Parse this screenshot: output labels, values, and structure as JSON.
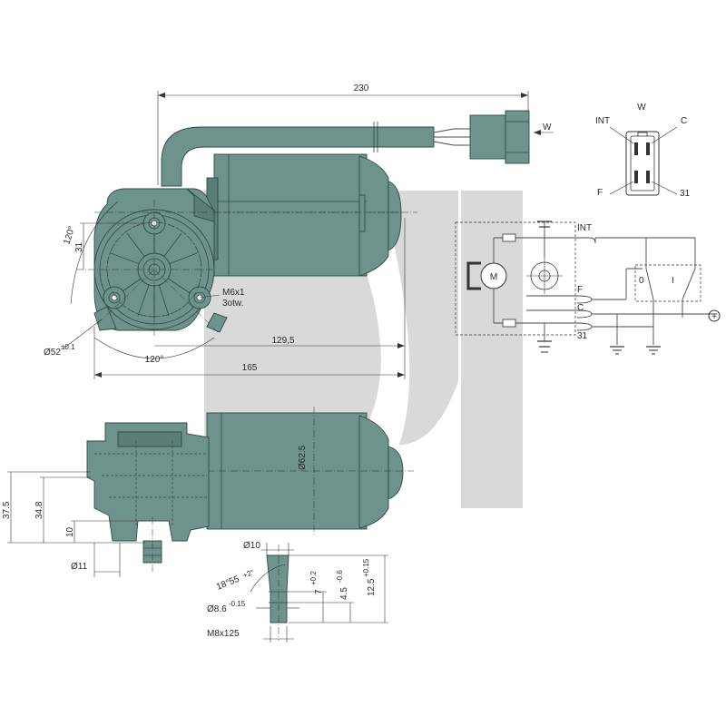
{
  "colors": {
    "body": "#6e938c",
    "body_dark": "#5a7e77",
    "watermark": "#d9d9d9",
    "line": "#333333"
  },
  "dimensions": {
    "overall_length": "230",
    "connector": "W",
    "angle_top": "120°",
    "height_31": "31",
    "thread": "M6x1",
    "holes": "3otw.",
    "length_129": "129,5",
    "diameter_52": "Ø52",
    "diameter_52_tol": "±0.1",
    "angle_bottom": "120°",
    "length_165": "165",
    "diameter_62": "Ø62.5",
    "height_37": "37.5",
    "height_34": "34.8",
    "height_10": "10",
    "diameter_11": "Ø11"
  },
  "shaft": {
    "diameter_10": "Ø10",
    "angle": "18°55",
    "angle_tol": "+2°",
    "diameter_8": "Ø8.6",
    "diameter_8_tol": "-0.15",
    "thread": "M8x125",
    "len_7": "7",
    "len_7_tol": "+0.2",
    "len_4": "4.5",
    "len_4_tol": "-0.6",
    "len_12": "12.5",
    "len_12_tol": "+0.15"
  },
  "connector_pins": {
    "title": "W",
    "int": "INT",
    "c": "C",
    "f": "F",
    "p31": "31"
  },
  "circuit": {
    "motor": "M",
    "int": "INT",
    "f": "F",
    "c": "C",
    "p31": "31",
    "switch_0": "0",
    "switch_1": "I",
    "plus": "+"
  }
}
